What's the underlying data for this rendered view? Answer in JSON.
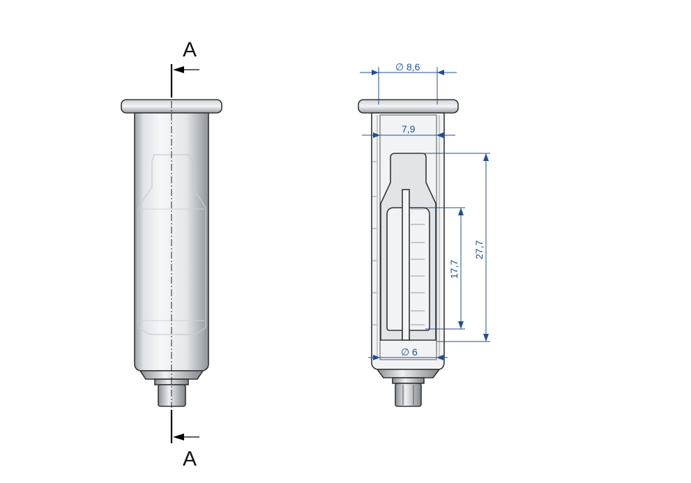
{
  "section_marker": {
    "top_label": "A",
    "bottom_label": "A"
  },
  "dimensions": {
    "outer_diameter": "8,6",
    "inner_width": "7,9",
    "bottom_diameter": "6",
    "cavity_height": "17,7",
    "total_height": "27,7",
    "diameter_symbol": "∅"
  },
  "colors": {
    "dimension_blue": "#1f4f8f",
    "outline": "#333333",
    "body_fill": "#e9ecef"
  }
}
